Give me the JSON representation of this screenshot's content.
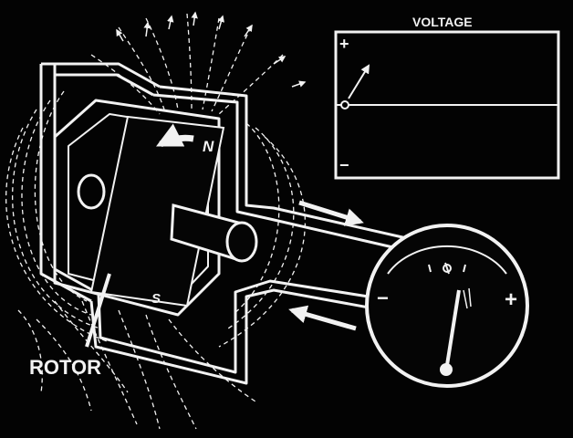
{
  "labels": {
    "voltage_title": "VOLTAGE",
    "plus": "+",
    "minus": "−",
    "north": "N",
    "south": "S",
    "rotor": "ROTOR",
    "meter_minus": "−",
    "meter_plus": "+"
  },
  "colors": {
    "background": "#030303",
    "line": "#f2f2f2"
  },
  "meter": {
    "needle_position": "slightly right of zero"
  },
  "graph": {
    "trace": "starting at zero, rising toward +"
  }
}
